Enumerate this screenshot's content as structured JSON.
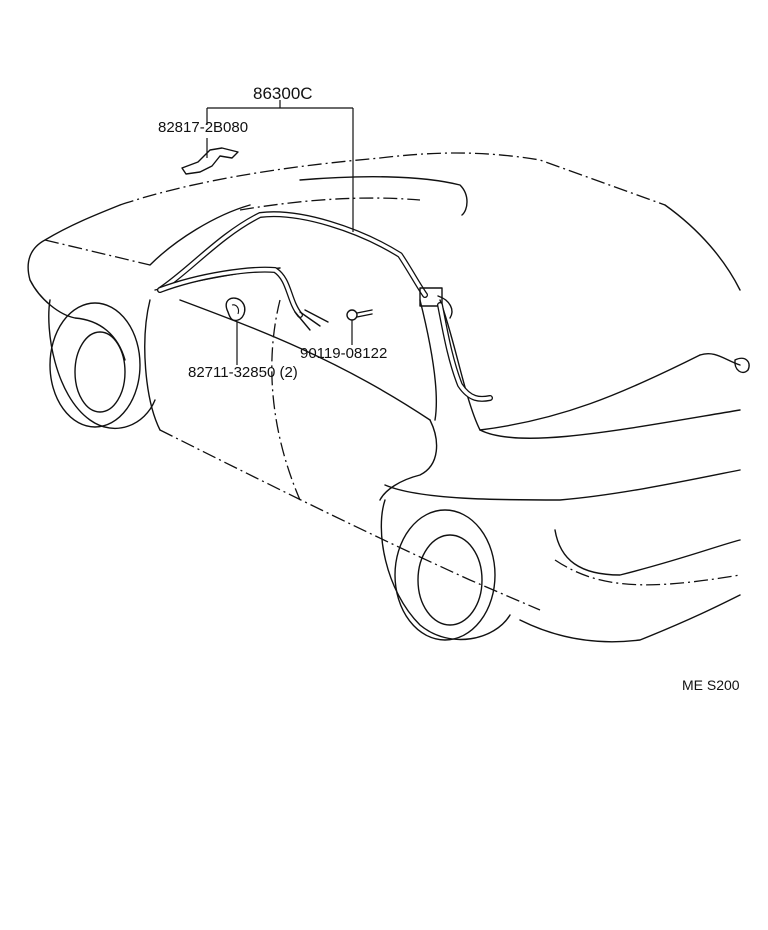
{
  "labels": {
    "assembly": "86300C",
    "bracket": "82817-2B080",
    "clamp": "82711-32850 (2)",
    "screw": "90119-08122",
    "figure_code": "ME S200"
  }
}
